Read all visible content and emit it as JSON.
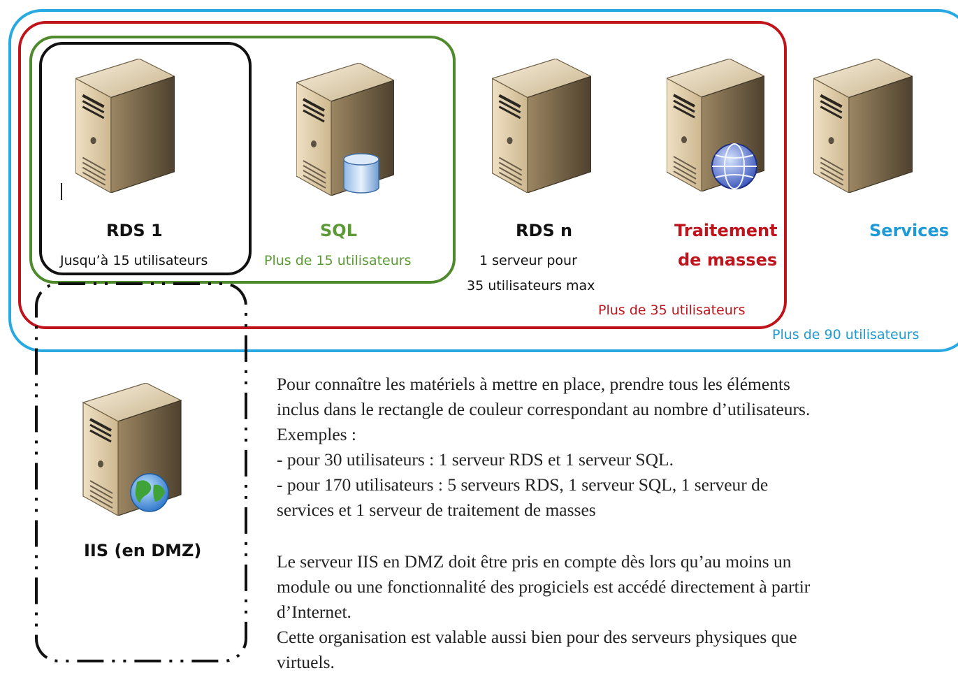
{
  "colors": {
    "services_frame": "#29a9e1",
    "masses_frame": "#c0141c",
    "sql_frame": "#4f8a2c",
    "rds1_frame": "#111111",
    "iis_frame": "#111111",
    "sql_text": "#5b9a37",
    "red_text": "#c0141c",
    "blue_text": "#1e9ad6"
  },
  "servers": [
    {
      "id": "rds1",
      "title": "RDS 1",
      "caption": [
        "Jusqu’à 15 utilisateurs"
      ],
      "icon": "server-icon"
    },
    {
      "id": "sql",
      "title": "SQL",
      "caption": [
        "Plus de 15 utilisateurs"
      ],
      "icon": "database-server-icon"
    },
    {
      "id": "rdsn",
      "title": "RDS n",
      "caption": [
        "1 serveur pour",
        "35 utilisateurs max"
      ],
      "icon": "server-icon"
    },
    {
      "id": "masses",
      "title": [
        "Traitement",
        "de masses"
      ],
      "icon": "web-server-icon"
    },
    {
      "id": "services",
      "title": "Services",
      "icon": "server-icon"
    },
    {
      "id": "iis",
      "title": "IIS (en DMZ)",
      "icon": "internet-server-icon"
    }
  ],
  "frames": {
    "masses_caption": "Plus de 35 utilisateurs",
    "services_caption": "Plus de 90 utilisateurs"
  },
  "text": {
    "p1": [
      "Pour connaître les matériels à mettre en place, prendre tous les éléments",
      "inclus dans le rectangle de couleur correspondant au nombre d’utilisateurs.",
      "Exemples :",
      "- pour 30 utilisateurs : 1 serveur RDS et 1 serveur SQL.",
      "- pour 170 utilisateurs : 5 serveurs RDS, 1 serveur SQL, 1 serveur de",
      "services et 1 serveur de traitement de masses"
    ],
    "p2": [
      "Le serveur IIS en DMZ doit être pris en compte dès lors qu’au moins un",
      "module ou une fonctionnalité des progiciels est accédé directement à partir",
      "d’Internet.",
      "Cette organisation est valable aussi bien pour des serveurs physiques que",
      "virtuels."
    ]
  }
}
